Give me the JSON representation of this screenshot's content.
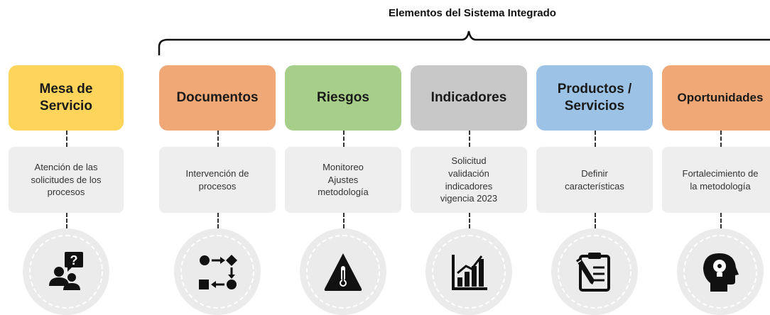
{
  "title": "Elementos del Sistema Integrado",
  "columns": [
    {
      "header": "Mesa de\nServicio",
      "color": "#fed45b",
      "desc": "Atención de las\nsolicitudes de los\nprocesos",
      "icon": "support-question-icon"
    },
    {
      "header": "Documentos",
      "color": "#f0a876",
      "desc": "Intervención de\nprocesos",
      "icon": "process-flow-icon"
    },
    {
      "header": "Riesgos",
      "color": "#a8cf8a",
      "desc": "Monitoreo\nAjustes\nmetodología",
      "icon": "warning-thermometer-icon"
    },
    {
      "header": "Indicadores",
      "color": "#c8c8c8",
      "desc": "Solicitud\nvalidación\nindicadores\nvigencia 2023",
      "icon": "bar-chart-icon"
    },
    {
      "header": "Productos /\nServicios",
      "color": "#9cc3e6",
      "desc": "Definir\ncaracterísticas",
      "icon": "clipboard-edit-icon"
    },
    {
      "header": "Oportunidades",
      "color": "#f0a876",
      "desc": "Fortalecimiento de\nla metodología",
      "icon": "lightbulb-head-icon"
    }
  ]
}
